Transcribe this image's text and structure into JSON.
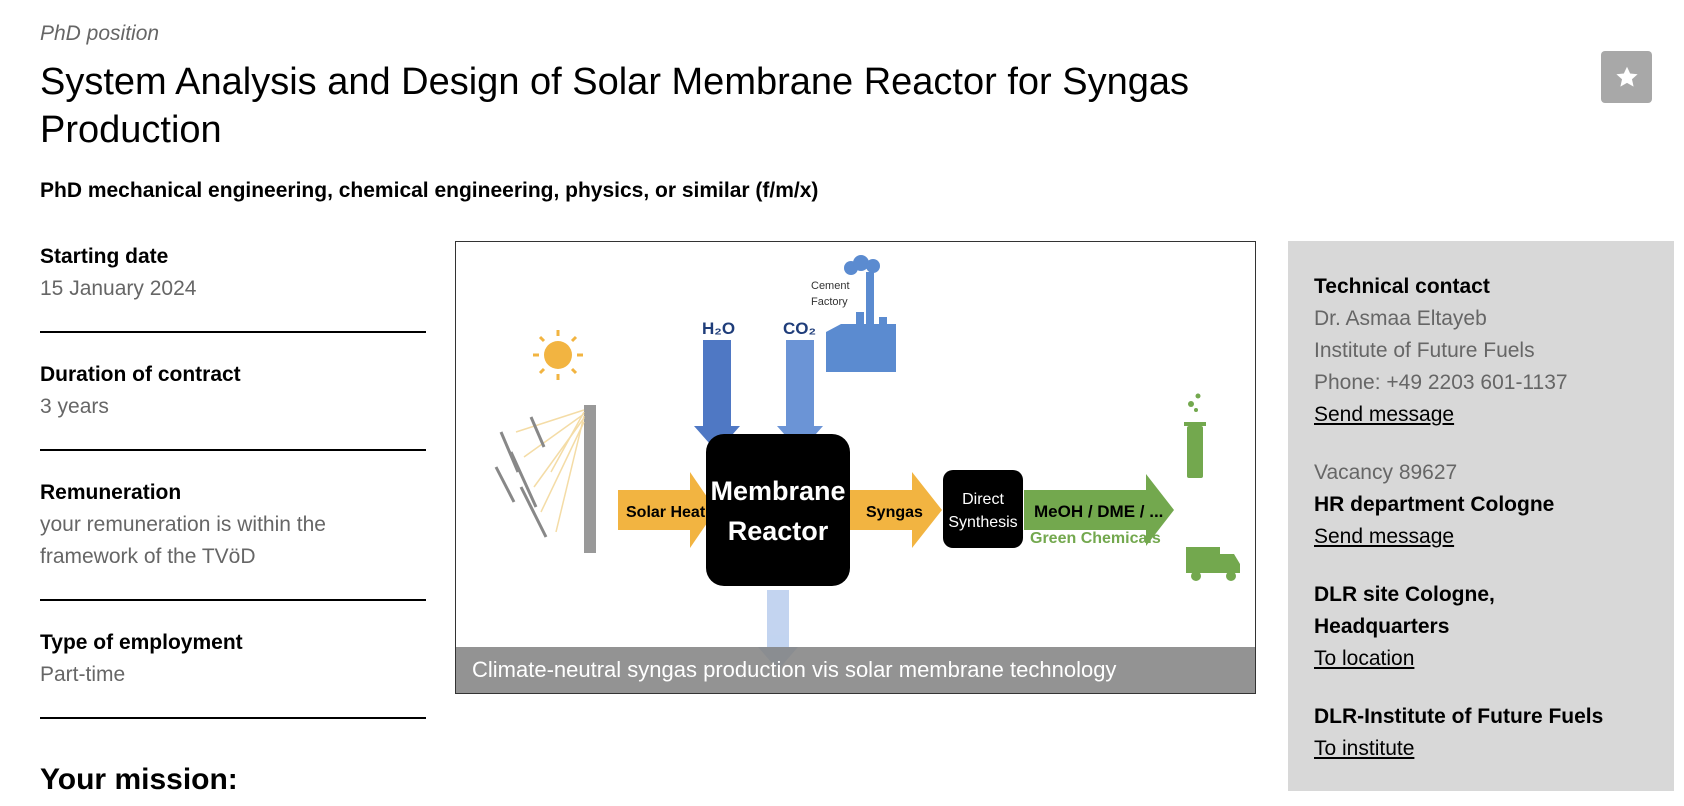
{
  "header": {
    "kicker": "PhD position",
    "title": "System Analysis and Design of Solar Membrane Reactor for Syngas Production",
    "subtitle": "PhD mechanical engineering, chemical engineering, physics, or similar (f/m/x)",
    "favorite_icon": "star-icon"
  },
  "facts": [
    {
      "label": "Starting date",
      "value": "15 January 2024"
    },
    {
      "label": "Duration of contract",
      "value": "3 years"
    },
    {
      "label": "Remuneration",
      "value": "your remuneration is within the framework of the TVöD"
    },
    {
      "label": "Type of employment",
      "value": "Part-time"
    }
  ],
  "figure": {
    "caption": "Climate-neutral syngas production vis solar membrane technology",
    "labels": {
      "h2o": "H₂O",
      "co2": "CO₂",
      "cement_line1": "Cement",
      "cement_line2": "Factory",
      "solar_heat": "Solar Heat",
      "membrane_line1": "Membrane",
      "membrane_line2": "Reactor",
      "syngas": "Syngas",
      "direct_line1": "Direct",
      "direct_line2": "Synthesis",
      "products": "MeOH / DME / ...",
      "green_chemicals": "Green Chemicals"
    }
  },
  "contact": {
    "technical_heading": "Technical contact",
    "technical_name": "Dr. Asmaa Eltayeb",
    "technical_institute": "Institute of Future Fuels",
    "technical_phone": "Phone: +49 2203 601-1137",
    "technical_link": "Send message",
    "vacancy": "Vacancy 89627",
    "hr_heading": "HR department Cologne",
    "hr_link": "Send message",
    "site_heading": "DLR site Cologne, Headquarters",
    "site_link": "To location",
    "institute_heading": "DLR-Institute of Future Fuels",
    "institute_link": "To institute"
  },
  "mission_heading": "Your mission:",
  "colors": {
    "kicker_grey": "#666666",
    "sidebar_bg": "#d8d8d8",
    "favorite_bg": "#a8a8a8",
    "arrow_blue": "#4f78c4",
    "arrow_orange": "#f2b441",
    "arrow_green": "#73a84e"
  }
}
